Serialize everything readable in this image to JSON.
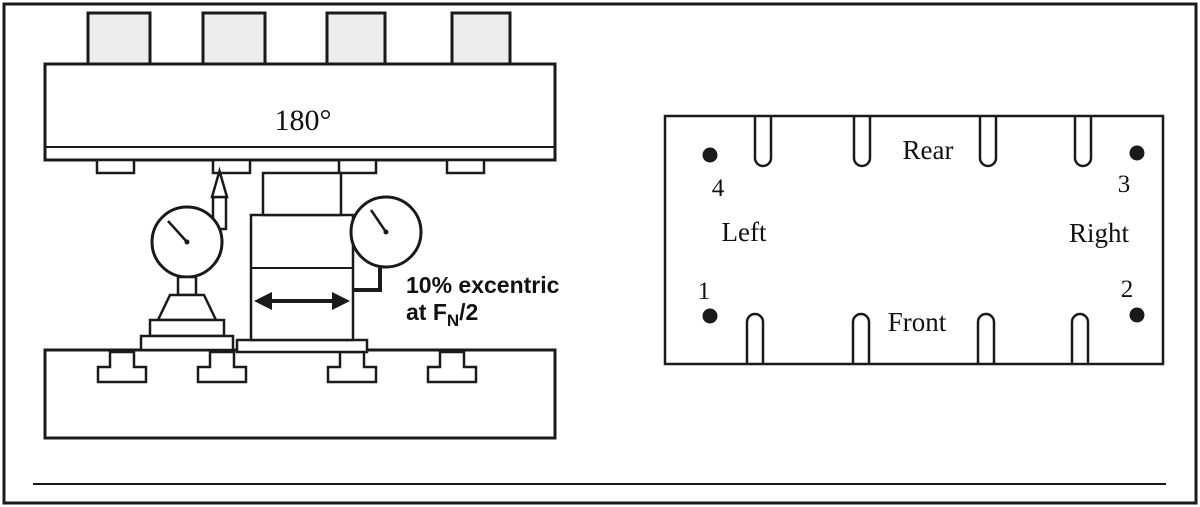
{
  "figure": {
    "colors": {
      "ink": "#1a1a1a",
      "background": "#ffffff"
    },
    "left_diagram": {
      "description_name": "press-fixture-side-view",
      "angle_label": "180°",
      "annotation": {
        "line1": "10% excentric",
        "line2_prefix": "at F",
        "line2_sub": "N",
        "line2_suffix": "/2"
      }
    },
    "right_diagram": {
      "description_name": "plate-top-view",
      "labels": {
        "rear": "Rear",
        "front": "Front",
        "left": "Left",
        "right": "Right"
      },
      "points": {
        "p1": "1",
        "p2": "2",
        "p3": "3",
        "p4": "4"
      }
    }
  }
}
